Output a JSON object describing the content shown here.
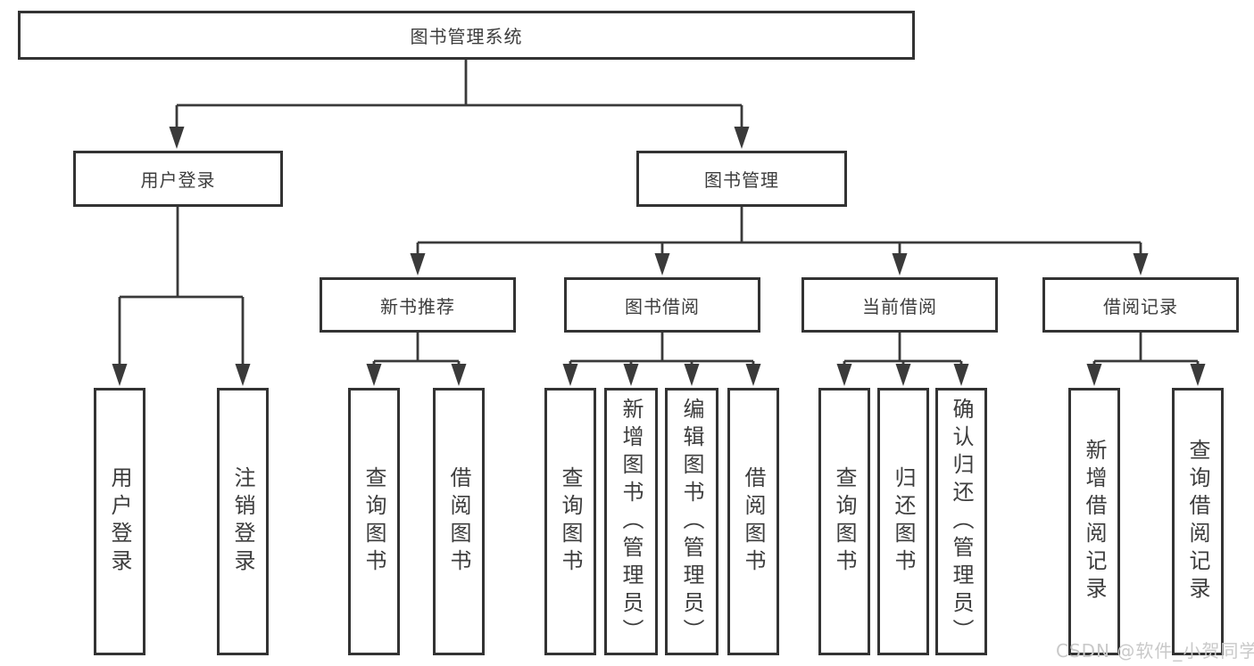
{
  "diagram": {
    "root_label": "图书管理系统",
    "user_login": {
      "label": "用户登录",
      "children": [
        "用户登录",
        "注销登录"
      ]
    },
    "book_management": {
      "label": "图书管理",
      "sections": [
        {
          "label": "新书推荐",
          "children": [
            "查询图书",
            "借阅图书"
          ]
        },
        {
          "label": "图书借阅",
          "children": [
            "查询图书",
            "新增图书（管理员）",
            "编辑图书（管理员）",
            "借阅图书"
          ]
        },
        {
          "label": "当前借阅",
          "children": [
            "查询图书",
            "归还图书",
            "确认归还（管理员）"
          ]
        },
        {
          "label": "借阅记录",
          "children": [
            "新增借阅记录",
            "查询借阅记录"
          ]
        }
      ]
    }
  },
  "watermark": "CSDN @软件_小贺同学",
  "colors": {
    "box_border": "#333333",
    "connector_line": "#3a3a3a",
    "text": "#3d3d3d",
    "watermark": "#c9c9c9",
    "background": "#ffffff"
  }
}
